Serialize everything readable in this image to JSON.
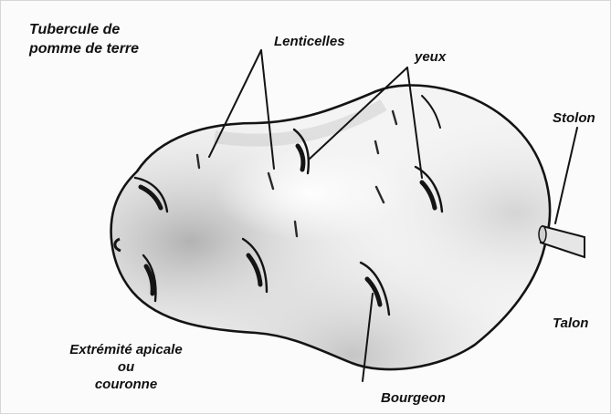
{
  "title": {
    "line1": "Tubercule de",
    "line2": "pomme de terre"
  },
  "labels": {
    "lenticelles": "Lenticelles",
    "yeux": "yeux",
    "stolon": "Stolon",
    "talon": "Talon",
    "bourgeon": "Bourgeon",
    "apex_line1": "Extrémité apicale",
    "apex_line2": "ou",
    "apex_line3": "couronne"
  },
  "colors": {
    "outline": "#141414",
    "text": "#111111",
    "shading": "#8c8c8c",
    "background": "#fbfbfb"
  }
}
